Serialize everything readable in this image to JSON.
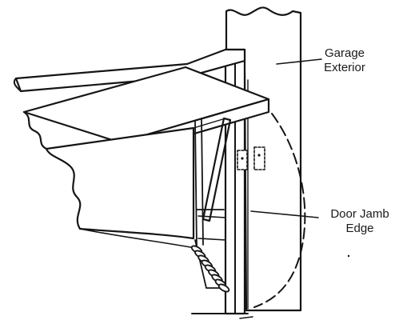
{
  "labels": {
    "garage_exterior": [
      "Garage",
      "Exterior"
    ],
    "door_jamb_edge": [
      "Door Jamb",
      "Edge"
    ]
  },
  "colors": {
    "ink": "#151515",
    "background": "#ffffff"
  }
}
